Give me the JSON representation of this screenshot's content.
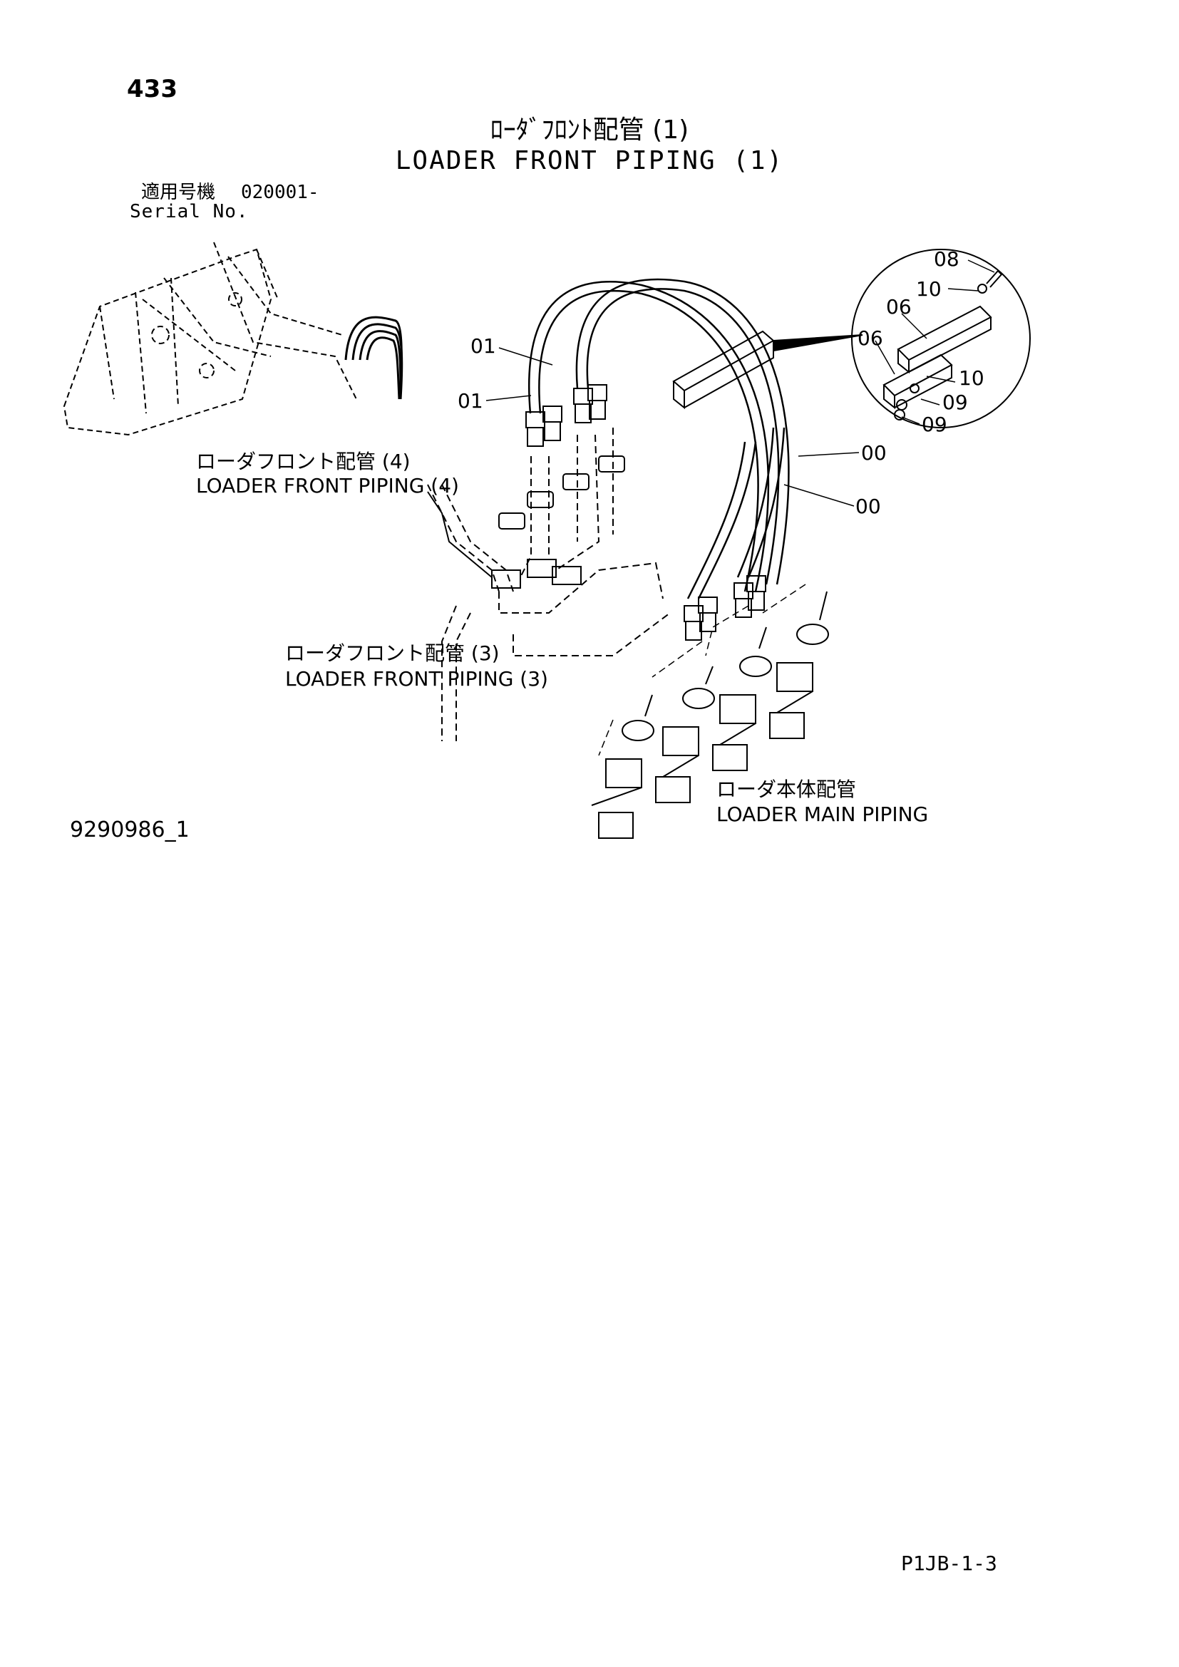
{
  "header": {
    "page_number": "433",
    "title_jp": "ﾛｰﾀﾞﾌﾛﾝﾄ配管 (1)",
    "title_en": "LOADER FRONT PIPING (1)",
    "serial_label_jp": "適用号機",
    "serial_value": "020001-",
    "serial_label_en": "Serial No."
  },
  "labels": {
    "piping4_jp": "ローダフロント配管 (4)",
    "piping4_en": "LOADER FRONT PIPING (4)",
    "piping3_jp": "ローダフロント配管 (3)",
    "piping3_en": "LOADER FRONT PIPING (3)",
    "main_jp": "ローダ本体配管",
    "main_en": "LOADER MAIN PIPING"
  },
  "callouts": {
    "c01a": "01",
    "c01b": "01",
    "c00a": "00",
    "c00b": "00",
    "c08": "08",
    "c10a": "10",
    "c06a": "06",
    "c06b": "06",
    "c10b": "10",
    "c09a": "09",
    "c09b": "09"
  },
  "footer": {
    "drawing_id": "9290986_1",
    "page_code": "P1JB-1-3"
  }
}
